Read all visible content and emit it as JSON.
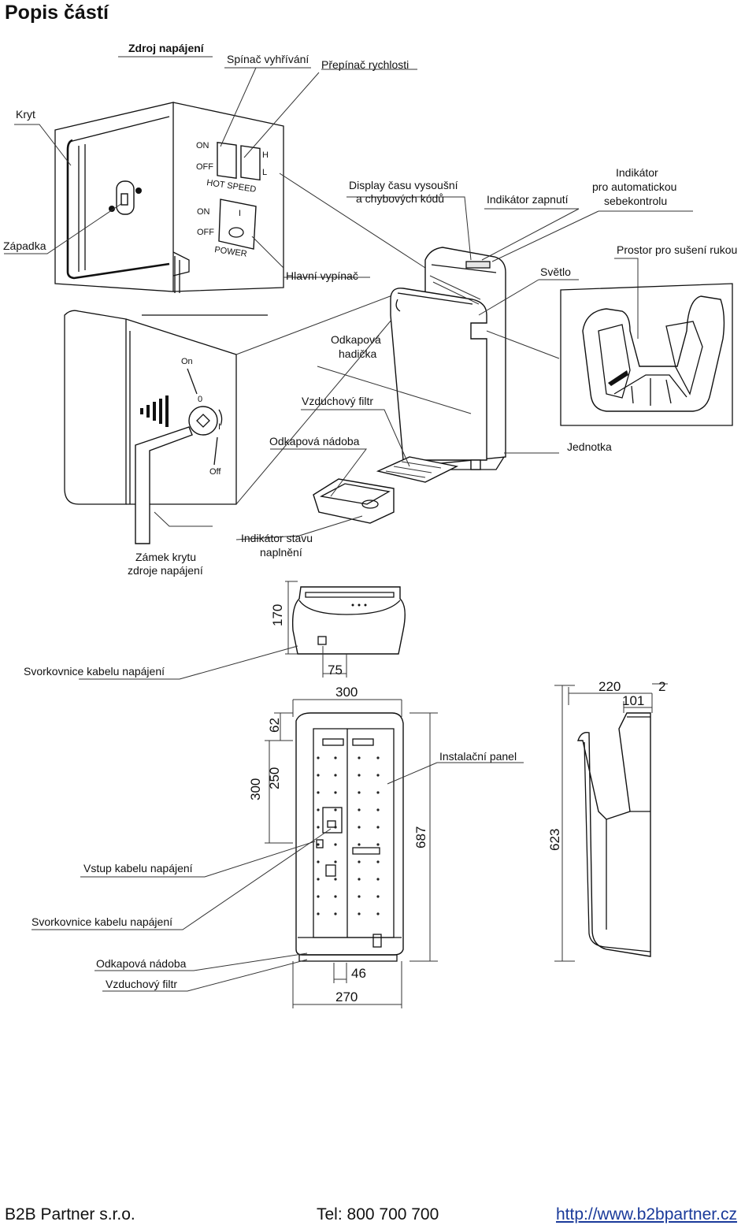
{
  "title": "Popis částí",
  "labels": {
    "power_source": "Zdroj napájení",
    "heater_switch": "Spínač vyhřívání",
    "speed_switch": "Přepínač rychlosti",
    "cover": "Kryt",
    "latch": "Západka",
    "main_switch": "Hlavní vypínač",
    "display_1": "Display času vysoušní",
    "display_2": "a chybových kódů",
    "on_indicator": "Indikátor zapnutí",
    "self_check_1": "Indikátor",
    "self_check_2": "pro automatickou",
    "self_check_3": "sebekontrolu",
    "drying_space": "Prostor pro sušení rukou",
    "light": "Světlo",
    "drain_hose_1": "Odkapová",
    "drain_hose_2": "hadička",
    "air_filter": "Vzduchový filtr",
    "drip_tray": "Odkapová nádoba",
    "unit": "Jednotka",
    "fill_indicator_1": "Indikátor stavu",
    "fill_indicator_2": "naplnění",
    "cover_lock_1": "Zámek krytu",
    "cover_lock_2": "zdroje napájení",
    "terminal_block_top": "Svorkovnice kabelu napájení",
    "install_panel": "Instalační panel",
    "cable_input": "Vstup kabelu napájení",
    "terminal_block_bottom": "Svorkovnice kabelu napájení",
    "drip_tray_bottom": "Odkapová nádoba",
    "air_filter_bottom": "Vzduchový filtr"
  },
  "panel_text": {
    "on": "ON",
    "off": "OFF",
    "hot_speed": "HOT SPEED",
    "h": "H",
    "l": "L",
    "power_on": "ON",
    "power_off": "OFF",
    "power": "POWER",
    "lock_on": "On",
    "lock_off": "Off",
    "lock_0": "0",
    "lock_1": "I",
    "switch_i": "I"
  },
  "dimensions": {
    "d170": "170",
    "d75": "75",
    "d300_top": "300",
    "d62": "62",
    "d250": "250",
    "d300_side": "300",
    "d687": "687",
    "d46": "46",
    "d270": "270",
    "d220": "220",
    "d2": "2",
    "d101": "101",
    "d623": "623"
  },
  "footer": {
    "company": "B2B Partner s.r.o.",
    "phone": "Tel: 800 700 700",
    "url": "http://www.b2bpartner.cz"
  }
}
